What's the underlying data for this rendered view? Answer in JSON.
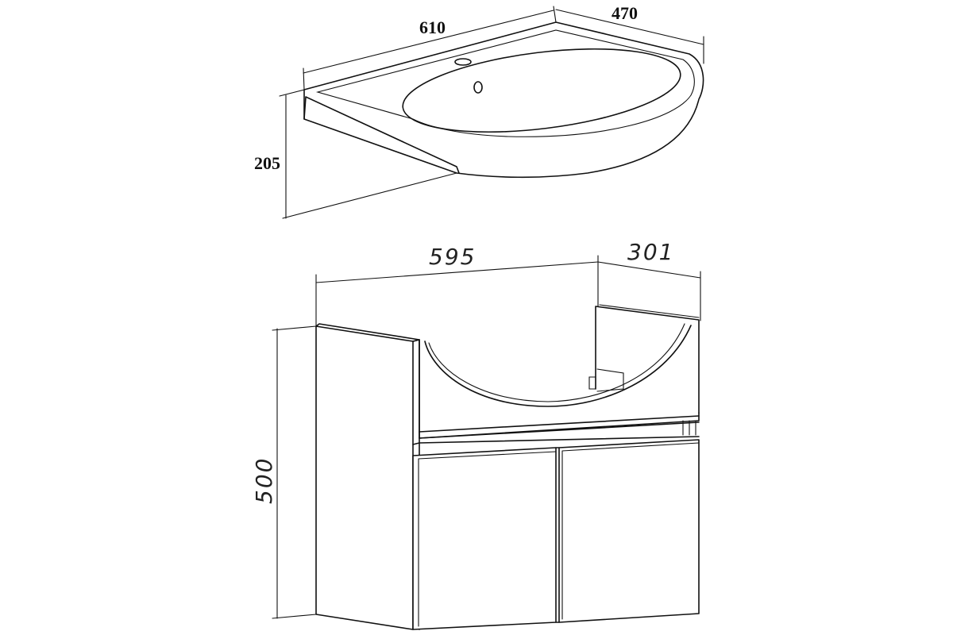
{
  "sink": {
    "width": "610",
    "depth": "470",
    "height": "205"
  },
  "cabinet": {
    "width": "595",
    "depth": "301",
    "height": "500"
  }
}
